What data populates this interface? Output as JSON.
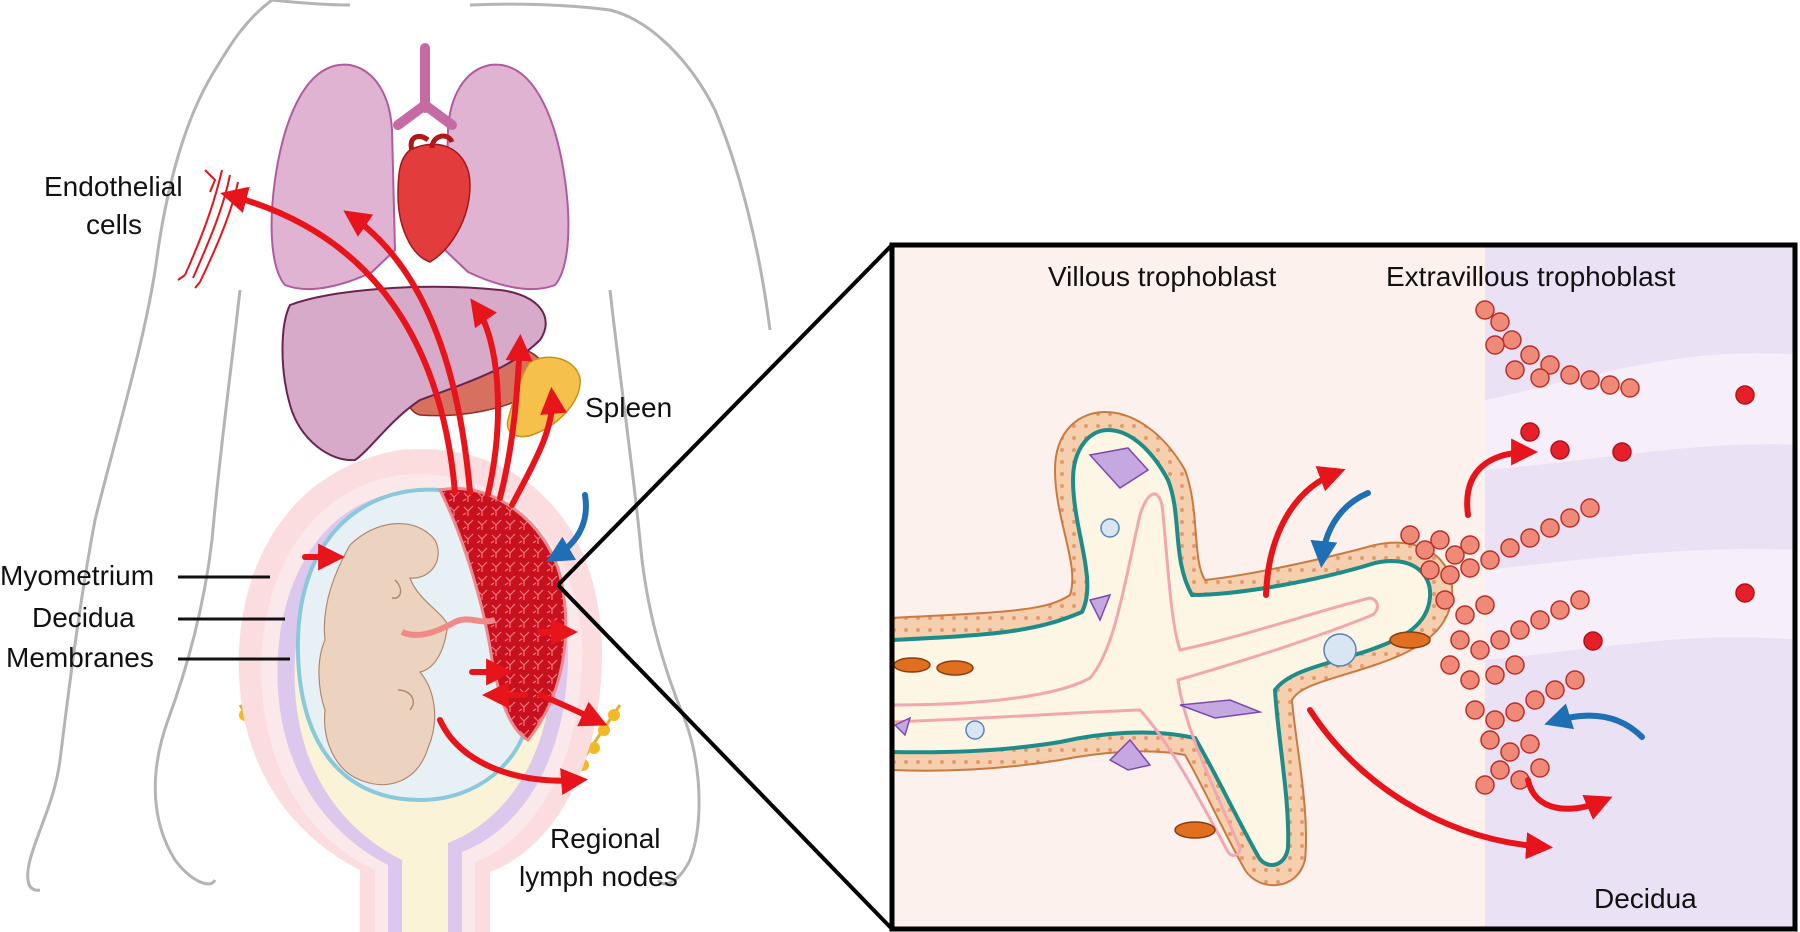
{
  "labels": {
    "endothelial_line1": "Endothelial",
    "endothelial_line2": "cells",
    "spleen": "Spleen",
    "myometrium": "Myometrium",
    "decidua_left": "Decidua",
    "membranes": "Membranes",
    "lymph_line1": "Regional",
    "lymph_line2": "lymph nodes",
    "villous": "Villous trophoblast",
    "extravillous": "Extravillous trophoblast",
    "decidua_right": "Decidua"
  },
  "colors": {
    "arrow_red": "#e8141b",
    "arrow_blue": "#1f6fb5",
    "lung": "#e1b3d2",
    "liver": "#d8aac9",
    "heart": "#e23c3c",
    "spleen": "#f5c14a",
    "placenta": "#c8101e",
    "uterus_outer": "#fbdde0",
    "uterus_mid": "#dcc8ec",
    "amnion": "#e7f0f4",
    "fetus": "#ecd3c0",
    "villus_fill": "#fdf6e4",
    "villus_border": "#1e8c88",
    "troph_cell": "#f08a78",
    "decidua_bg": "#ebe1f4",
    "inset_bg": "#fdf1ee"
  }
}
